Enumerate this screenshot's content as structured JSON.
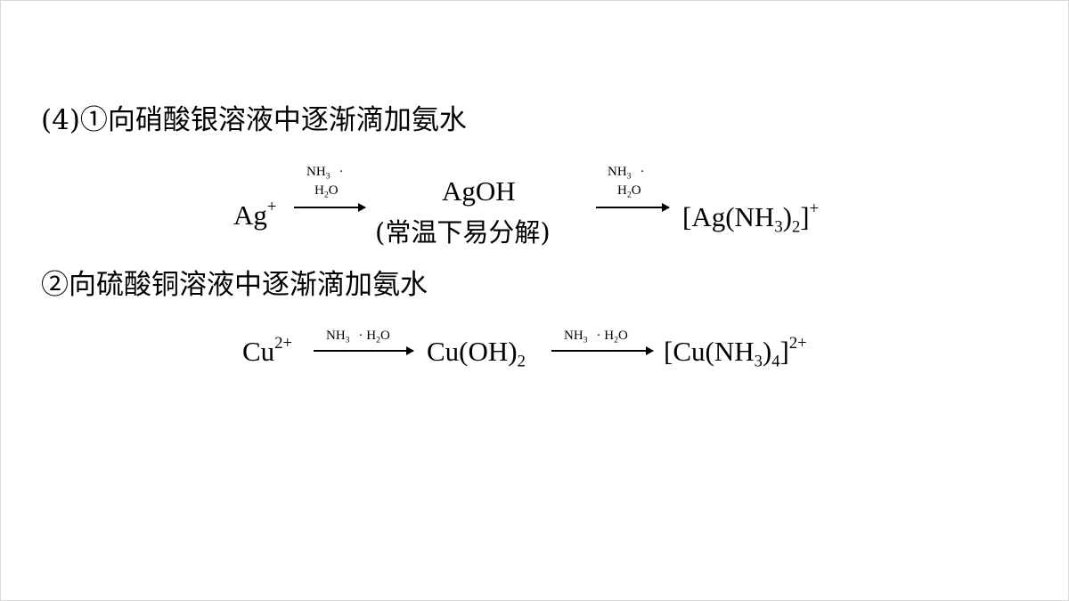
{
  "line1": {
    "text": "(4)①向硝酸银溶液中逐渐滴加氨水"
  },
  "reaction1": {
    "reactant": {
      "base": "Ag",
      "charge": "+"
    },
    "condition_top": {
      "base": "NH",
      "sub": "3",
      "dot": "·"
    },
    "condition_bottom": {
      "h": "H",
      "sub": "2",
      "o": "O"
    },
    "intermediate": "AgOH",
    "intermediate_note": "(常温下易分解)",
    "condition2_top": {
      "base": "NH",
      "sub": "3",
      "dot": "·"
    },
    "condition2_bottom": {
      "h": "H",
      "sub": "2",
      "o": "O"
    },
    "product": {
      "open": "[Ag(NH",
      "sub1": "3",
      "mid": ")",
      "sub2": "2",
      "close": "]",
      "charge": "+"
    }
  },
  "line2": {
    "text": "②向硫酸铜溶液中逐渐滴加氨水"
  },
  "reaction2": {
    "reactant": {
      "base": "Cu",
      "charge": "2+"
    },
    "condition": {
      "nh": "NH",
      "sub1": "3",
      "dot": "·",
      "h": "H",
      "sub2": "2",
      "o": "O"
    },
    "intermediate": {
      "base": "Cu(OH)",
      "sub": "2"
    },
    "condition2": {
      "nh": "NH",
      "sub1": "3",
      "dot": "·",
      "h": "H",
      "sub2": "2",
      "o": "O"
    },
    "product": {
      "open": "[Cu(NH",
      "sub1": "3",
      "mid": ")",
      "sub2": "4",
      "close": "]",
      "charge": "2+"
    }
  }
}
